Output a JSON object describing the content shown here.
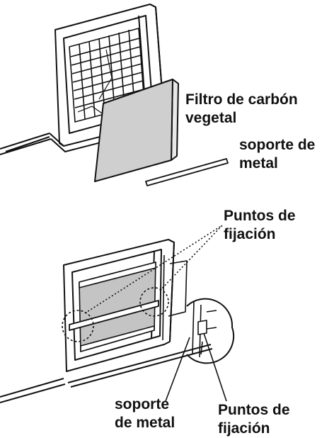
{
  "colors": {
    "line": "#111111",
    "filter_fill": "#cfcfcf",
    "filter_side": "#e8e8e8",
    "mesh_fill": "#c4c4c4"
  },
  "labels": {
    "filter": [
      "Filtro de carbón",
      "vegetal"
    ],
    "bracket_top": [
      "soporte de",
      "metal"
    ],
    "points_top": [
      "Puntos de",
      "fijación"
    ],
    "bracket_bottom": [
      "soporte",
      "de metal"
    ],
    "points_bottom": [
      "Puntos de",
      "fijación"
    ]
  }
}
